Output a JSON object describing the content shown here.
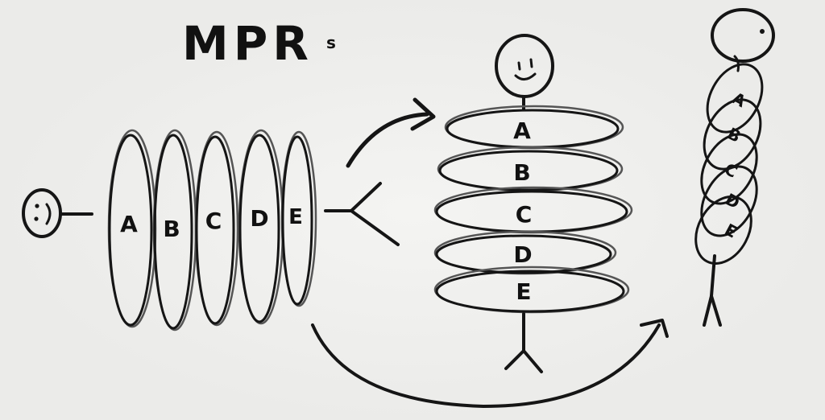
{
  "title": "MPR",
  "title_suffix": "s",
  "layers": [
    "A",
    "B",
    "C",
    "D",
    "E"
  ],
  "colors": {
    "board": "#ebebe9",
    "ink": "#151515"
  },
  "icons": [
    "smiley-face-icon",
    "curved-arrow-icon",
    "stick-figure-icon"
  ]
}
